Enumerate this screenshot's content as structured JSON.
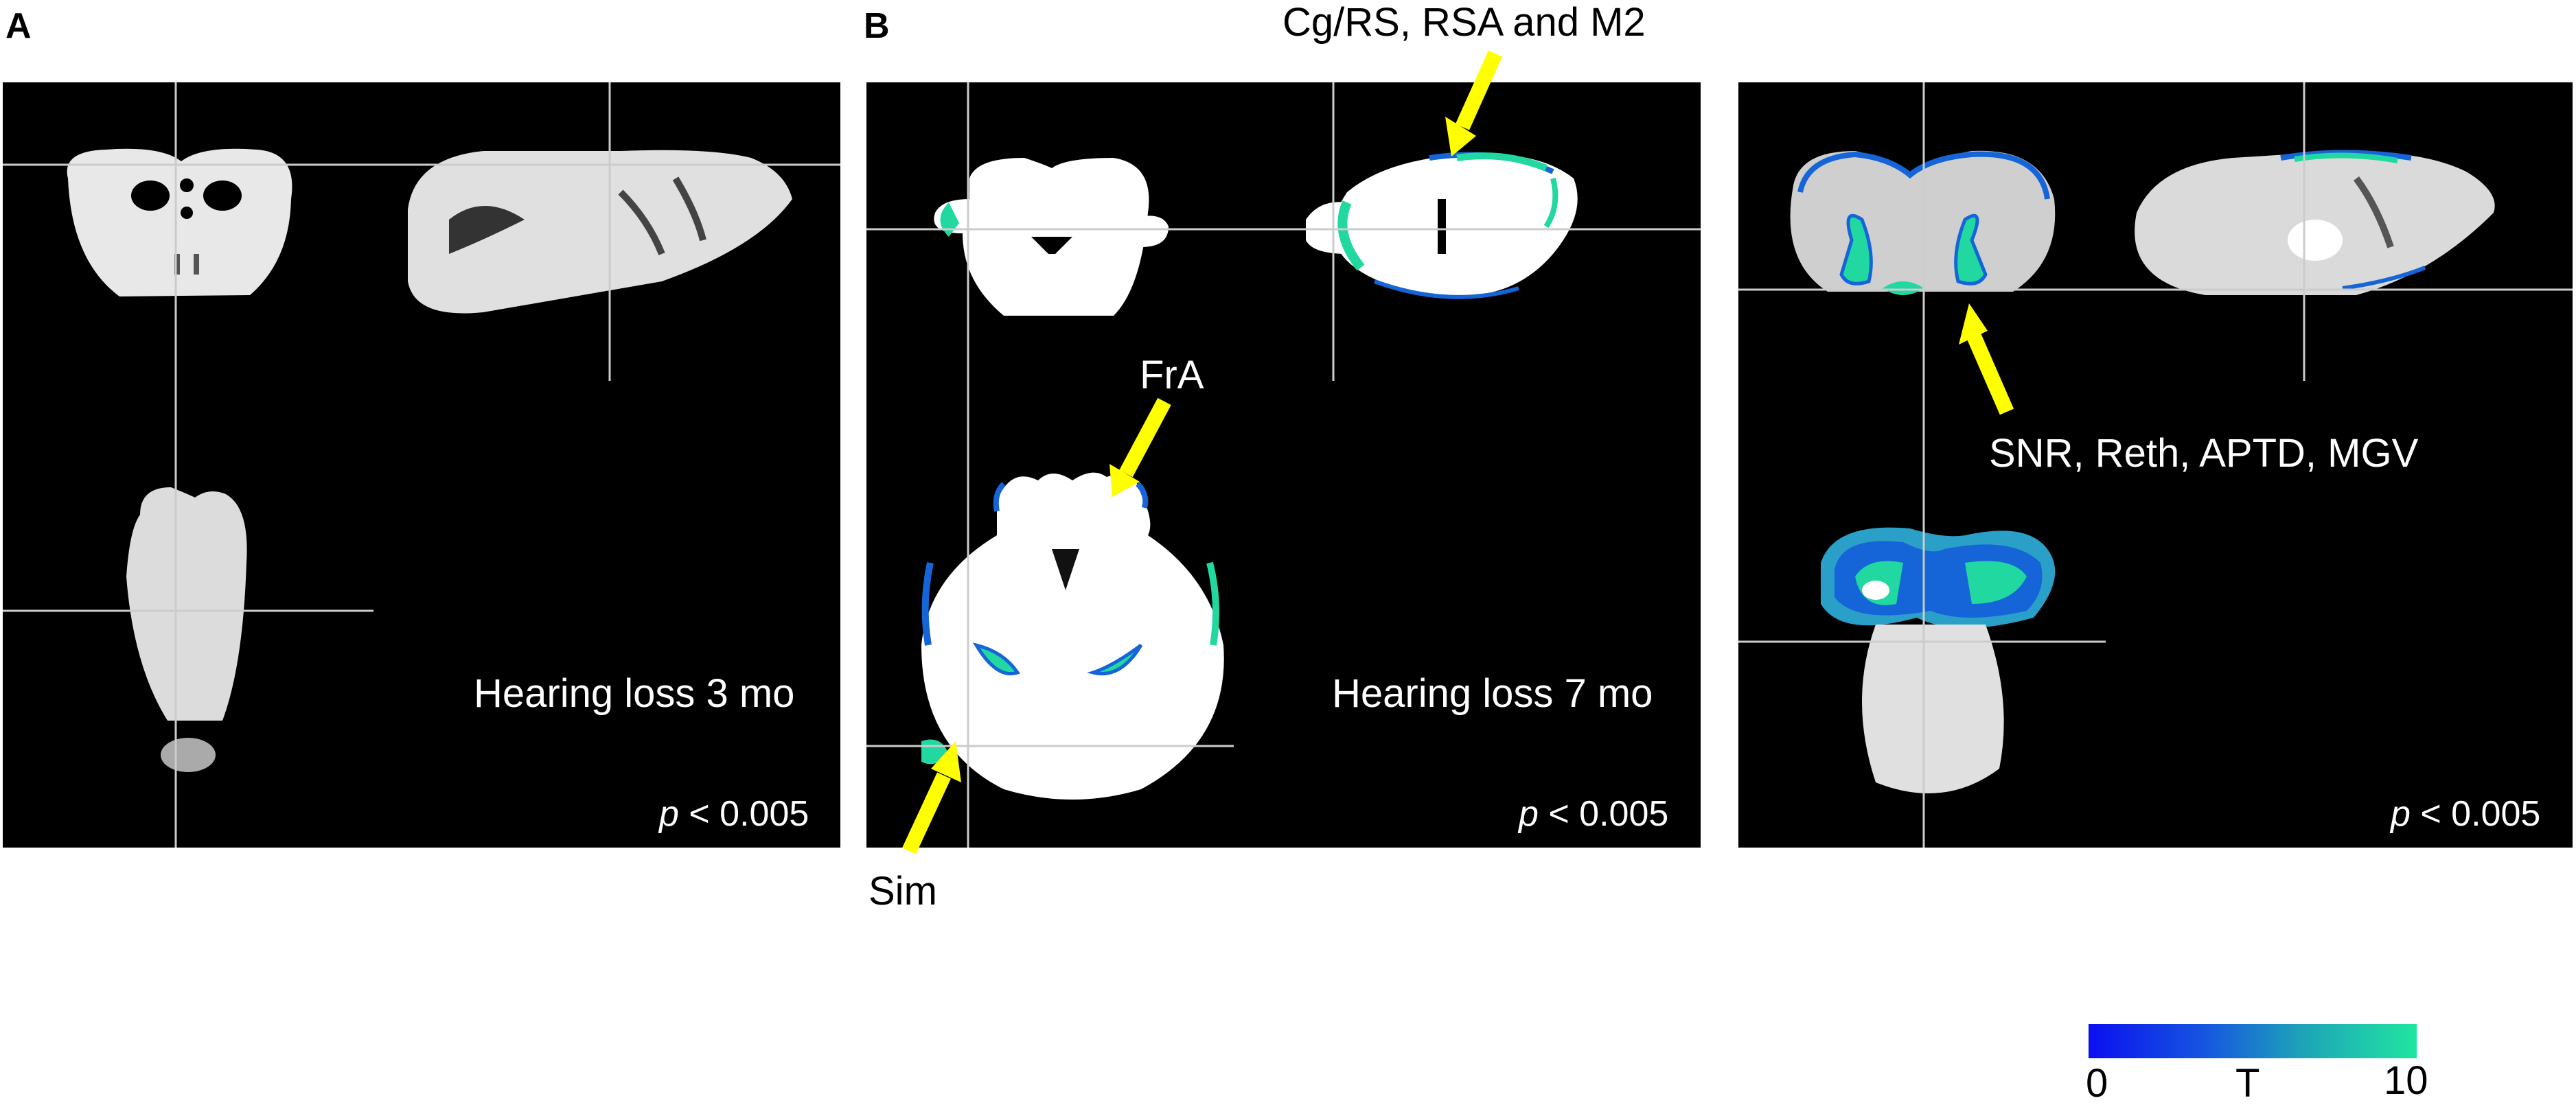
{
  "panels": {
    "a": {
      "letter": "A",
      "caption": "Hearing loss 3 mo",
      "p_label": "p",
      "p_rest": " < 0.005"
    },
    "b": {
      "letter": "B",
      "caption": "Hearing loss 7 mo",
      "p_label": "p",
      "p_rest": " < 0.005"
    },
    "c": {
      "p_label": "p",
      "p_rest": " < 0.005"
    }
  },
  "annotations": {
    "cg_rs": "Cg/RS, RSA and M2",
    "fra": "FrA",
    "sim": "Sim",
    "snr": "SNR, Reth, APTD, MGV"
  },
  "colorbar": {
    "min_label": "0",
    "var_label": "T",
    "max_label": "10",
    "colors": [
      "#0a10f0",
      "#1ea3b8",
      "#20e5a0"
    ]
  },
  "arrow_color": "#ffff00"
}
